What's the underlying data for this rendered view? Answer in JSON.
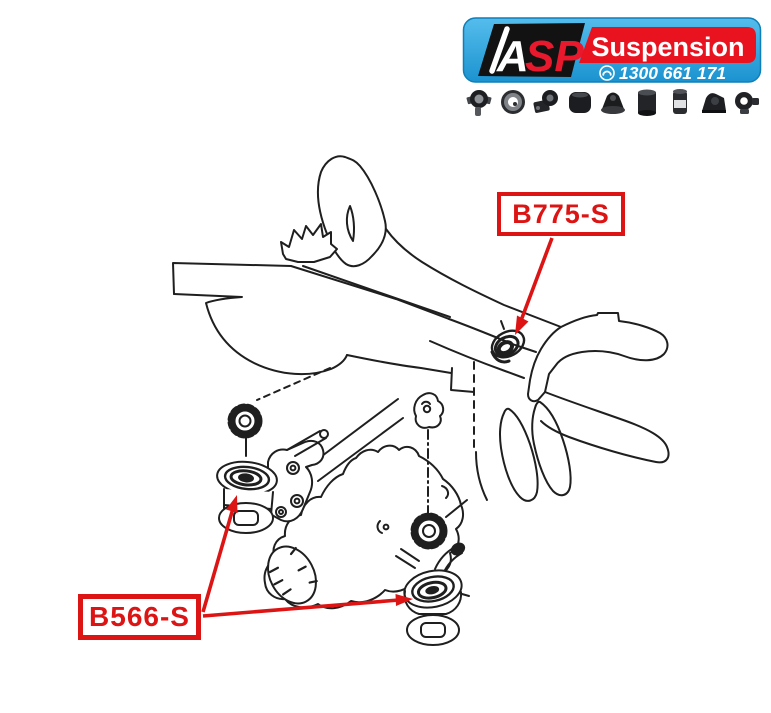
{
  "brand": {
    "logo_letters_white": "A",
    "logo_letters_red": "SP",
    "logo_word": "Suspension",
    "phone": "1300 661 171",
    "colors": {
      "banner_blue": "#2aa7e0",
      "banner_red": "#e8131f",
      "panel_black": "#121212",
      "logo_red_letters": "#e8192c",
      "text_white": "#ffffff"
    },
    "product_icons": [
      "bushing-with-ears-icon",
      "ring-bushing-icon",
      "bracket-bushing-icon",
      "barrel-bushing-icon",
      "tapered-mount-icon",
      "cylinder-bushing-icon",
      "sleeve-bushing-icon",
      "engine-mount-icon",
      "eared-bushing-icon"
    ]
  },
  "diagram": {
    "line_color": "#1f1f1f",
    "annotation_color": "#dc1414",
    "parts": [
      {
        "code": "B775-S"
      },
      {
        "code": "B566-S"
      }
    ]
  }
}
